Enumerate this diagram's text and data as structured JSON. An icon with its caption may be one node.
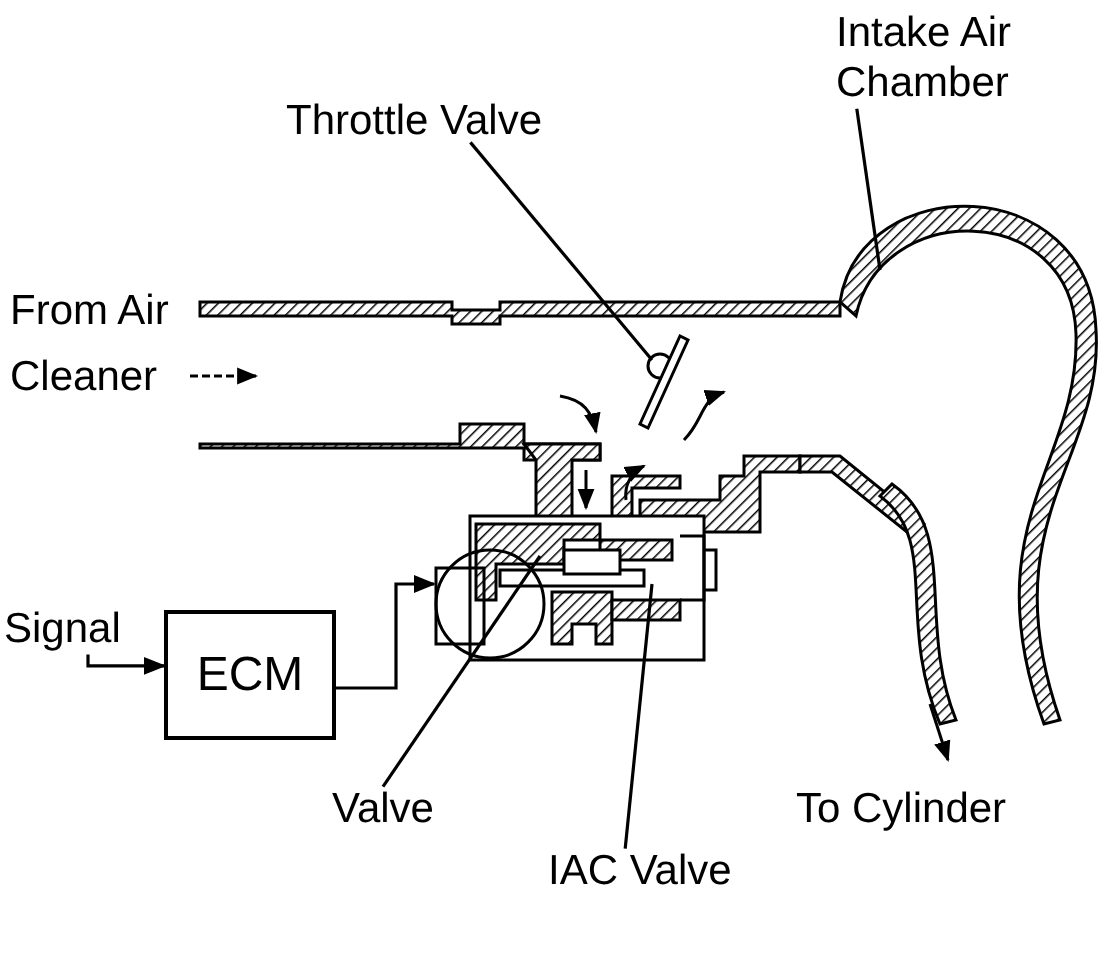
{
  "diagram": {
    "nodes": [
      {
        "text": [
          "Throttle Valve"
        ]
      },
      {
        "text": [
          "Intake Air Chamber"
        ]
      },
      {
        "text": [
          "Signal"
        ]
      },
      {
        "text": [
          "ECM"
        ]
      },
      {
        "text": [
          "Valve"
        ]
      },
      {
        "text": [
          "IAC Valve"
        ]
      }
    ],
    "edges": [
      {
        "from": 0,
        "to": null,
        "arrow": "none"
      },
      {
        "from": 1,
        "to": null,
        "arrow": "none"
      },
      {
        "from": 2,
        "to": 3,
        "arrow": "to"
      },
      {
        "from": 3,
        "to": null,
        "arrow": "to"
      },
      {
        "from": 4,
        "to": null,
        "arrow": "none"
      },
      {
        "from": 5,
        "to": null,
        "arrow": "none"
      }
    ],
    "labels": [
      "From Air Cleaner",
      "To Cylinder"
    ]
  }
}
